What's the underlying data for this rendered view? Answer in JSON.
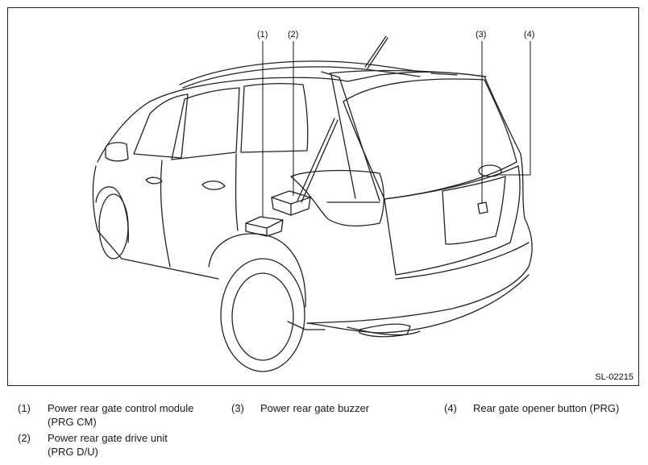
{
  "figure": {
    "id": "SL-02215",
    "callouts": [
      "(1)",
      "(2)",
      "(3)",
      "(4)"
    ]
  },
  "legend": [
    {
      "num": "(1)",
      "line1": "Power rear gate control module",
      "line2": "(PRG CM)"
    },
    {
      "num": "(2)",
      "line1": "Power rear gate drive unit",
      "line2": "(PRG D/U)"
    },
    {
      "num": "(3)",
      "line1": "Power rear gate buzzer",
      "line2": ""
    },
    {
      "num": "(4)",
      "line1": "Rear gate opener button (PRG)",
      "line2": ""
    }
  ]
}
